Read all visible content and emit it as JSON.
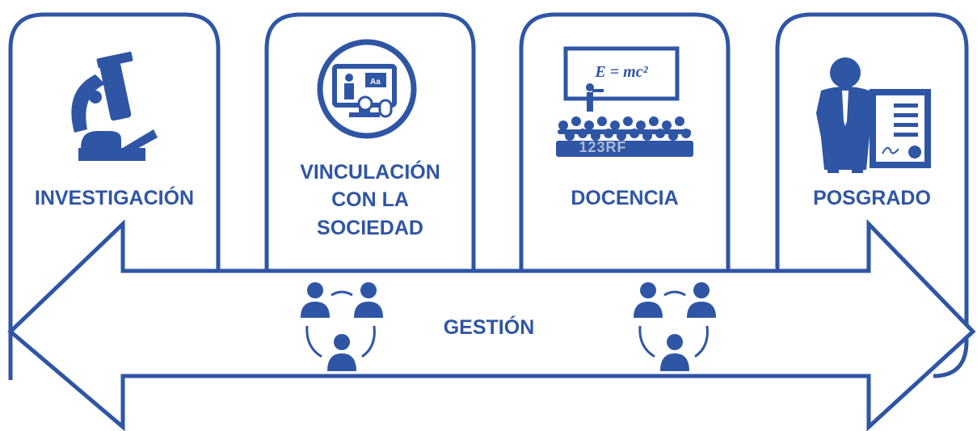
{
  "theme": {
    "accent": "#2f55a5",
    "background": "#ffffff"
  },
  "pillars": [
    {
      "key": "investigacion",
      "lines": [
        "INVESTIGACIÓN"
      ],
      "icon": "microscope-icon"
    },
    {
      "key": "vinculacion",
      "lines": [
        "VINCULACIÓN",
        "CON LA",
        "SOCIEDAD"
      ],
      "icon": "online-teaching-icon"
    },
    {
      "key": "docencia",
      "lines": [
        "DOCENCIA"
      ],
      "icon": "lecture-audience-icon",
      "board_formula": "E = mc²",
      "watermark": "123RF"
    },
    {
      "key": "posgrado",
      "lines": [
        "POSGRADO"
      ],
      "icon": "graduate-certificate-icon"
    }
  ],
  "arrow": {
    "label": "GESTIÓN",
    "direction": "both",
    "icons": [
      "team-cycle-icon",
      "team-cycle-icon"
    ]
  }
}
